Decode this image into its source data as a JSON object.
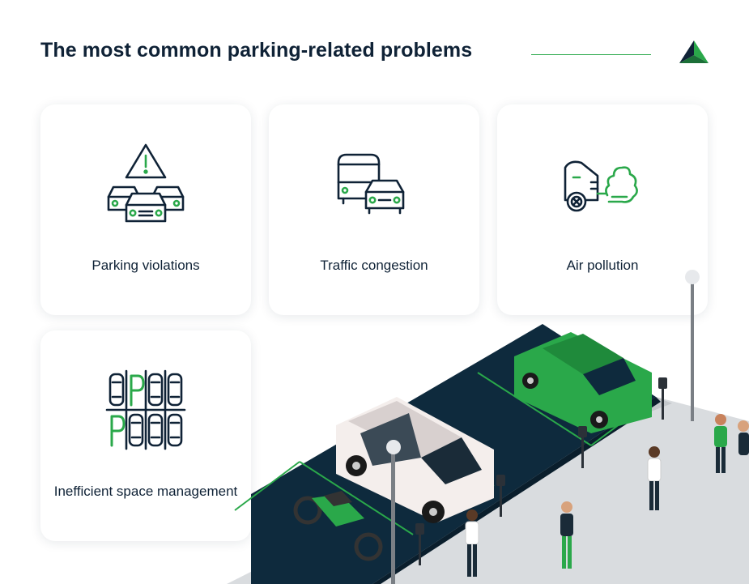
{
  "header": {
    "title": "The most common parking-related problems"
  },
  "cards": [
    {
      "label": "Parking violations",
      "icon": "cars-warning-icon"
    },
    {
      "label": "Traffic congestion",
      "icon": "bus-car-traffic-icon"
    },
    {
      "label": "Air pollution",
      "icon": "exhaust-smoke-icon"
    },
    {
      "label": "Inefficient space management",
      "icon": "parking-grid-icon"
    }
  ],
  "colors": {
    "accent": "#2aa84a",
    "navy": "#0f2236",
    "asphalt": "#0e2a3d"
  },
  "scene": {
    "parking_sign": "P"
  }
}
